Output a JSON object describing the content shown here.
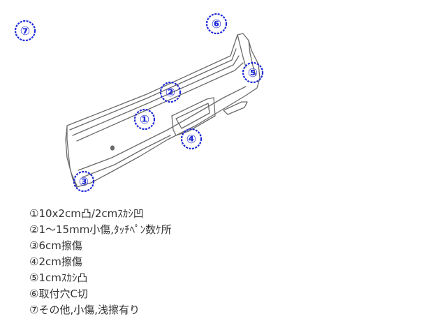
{
  "marker_color": "#1f2bd6",
  "markers": [
    {
      "id": "7",
      "label": "⑦"
    },
    {
      "id": "6",
      "label": "⑥"
    },
    {
      "id": "5",
      "label": "⑤"
    },
    {
      "id": "2",
      "label": "②"
    },
    {
      "id": "1",
      "label": "①"
    },
    {
      "id": "4",
      "label": "④"
    },
    {
      "id": "3",
      "label": "③"
    }
  ],
  "legend": [
    "①10x2cm凸/2cmｽｶｼ凹",
    "②1～15mm小傷,ﾀｯﾁﾍﾟﾝ数ｹ所",
    "③6cm擦傷",
    "④2cm擦傷",
    "⑤1cmｽｶｼ凸",
    "⑥取付穴C切",
    "⑦その他,小傷,浅擦有り"
  ]
}
